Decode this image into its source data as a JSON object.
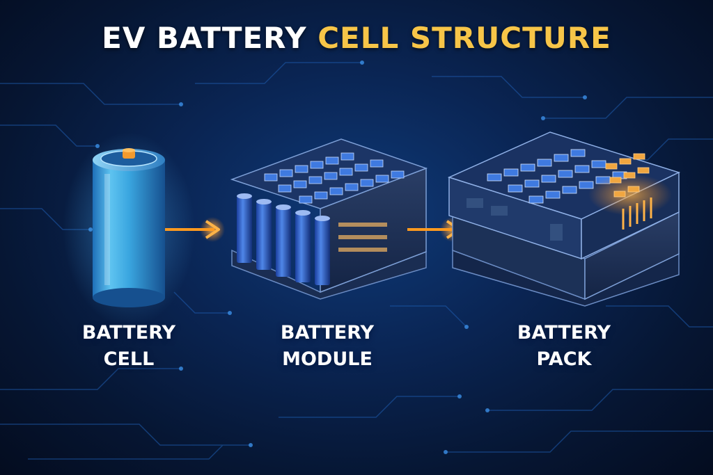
{
  "title": {
    "main": "EV BATTERY",
    "accent": "CELL STRUCTURE"
  },
  "stages": [
    {
      "line1": "BATTERY",
      "line2": "CELL"
    },
    {
      "line1": "BATTERY",
      "line2": "MODULE"
    },
    {
      "line1": "BATTERY",
      "line2": "PACK"
    }
  ],
  "colors": {
    "accent": "#f7c548",
    "arrow": "#ff9a1f",
    "cell_blue": "#3aa6e0",
    "background": "#0a2554"
  },
  "icons": [
    "battery-cell-icon",
    "battery-module-icon",
    "battery-pack-icon",
    "arrow-right-icon"
  ]
}
